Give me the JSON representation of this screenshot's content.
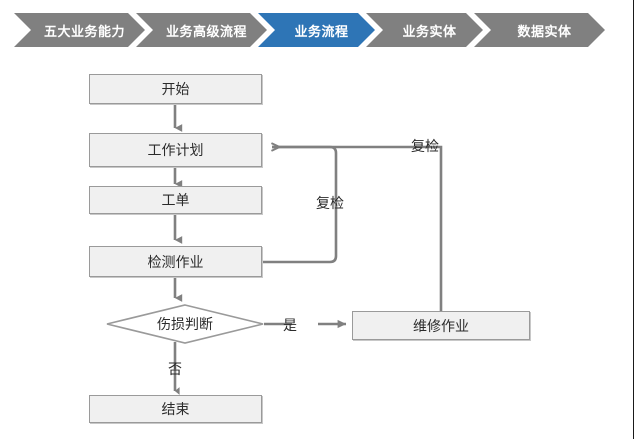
{
  "breadcrumb": {
    "items": [
      {
        "label": "五大业务能力",
        "active": false
      },
      {
        "label": "业务高级流程",
        "active": false
      },
      {
        "label": "业务流程",
        "active": true
      },
      {
        "label": "业务实体",
        "active": false
      },
      {
        "label": "数据实体",
        "active": false
      }
    ],
    "colors": {
      "inactive": "#808080",
      "active": "#2E75B6",
      "text": "#FFFFFF"
    }
  },
  "flowchart": {
    "colors": {
      "node_fill": "#F0F0F0",
      "node_border": "#9A9A9A",
      "connector": "#808080",
      "text": "#2B2B2B"
    },
    "nodes": {
      "start": "开始",
      "work_plan": "工作计划",
      "work_order": "工单",
      "inspection_task": "检测作业",
      "damage_decision": "伤损判断",
      "repair_task": "维修作业",
      "end": "结束"
    },
    "edge_labels": {
      "recheck_inner": "复检",
      "recheck_outer": "复检",
      "yes": "是",
      "no": "否"
    }
  }
}
